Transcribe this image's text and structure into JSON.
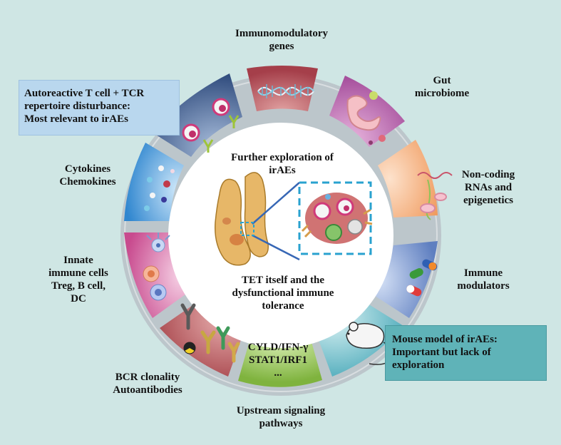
{
  "center": {
    "title": [
      "Further exploration of",
      "irAEs"
    ],
    "subtitle": [
      "TET  itself and the",
      "dysfunctional immune",
      "tolerance"
    ]
  },
  "labels": {
    "immunomodulatory_genes": [
      "Immunomodulatory",
      "genes"
    ],
    "gut_microbiome": [
      "Gut",
      "microbiome"
    ],
    "non_coding": [
      "Non-coding",
      "RNAs and",
      "epigenetics"
    ],
    "immune_modulators": [
      "Immune",
      "modulators"
    ],
    "mouse_model": [
      "Mouse model of irAEs:",
      "Important but lack of",
      "exploration"
    ],
    "upstream_inner": [
      "CYLD/IFN-γ",
      "STAT1/IRF1",
      "..."
    ],
    "upstream_outer": [
      "Upstream signaling",
      "pathways"
    ],
    "bcr": [
      "BCR clonality",
      "Autoantibodies"
    ],
    "innate": [
      "Innate",
      "immune cells",
      "Treg, B cell,",
      "DC"
    ],
    "cytokines": [
      "Cytokines",
      "Chemokines"
    ],
    "tcr": [
      "Autoreactive T cell + TCR",
      "repertoire disturbance:",
      "Most relevant to irAEs"
    ]
  },
  "colors": {
    "background": "#cfe6e4",
    "ring": "#bcc6cb",
    "genes_segment": "#b5525c",
    "gut_segment": "#b25aa8",
    "noncoding_segment": "#f2a672",
    "modulators_segment": "#6b89c8",
    "mouse_segment": "#63b8c6",
    "upstream_segment": "#93c353",
    "bcr_segment": "#b4585c",
    "innate_segment": "#cf5c9a",
    "cytokines_segment": "#3f97d9",
    "tcr_segment": "#3f5f92",
    "highlight_box": "#29a2cf"
  }
}
